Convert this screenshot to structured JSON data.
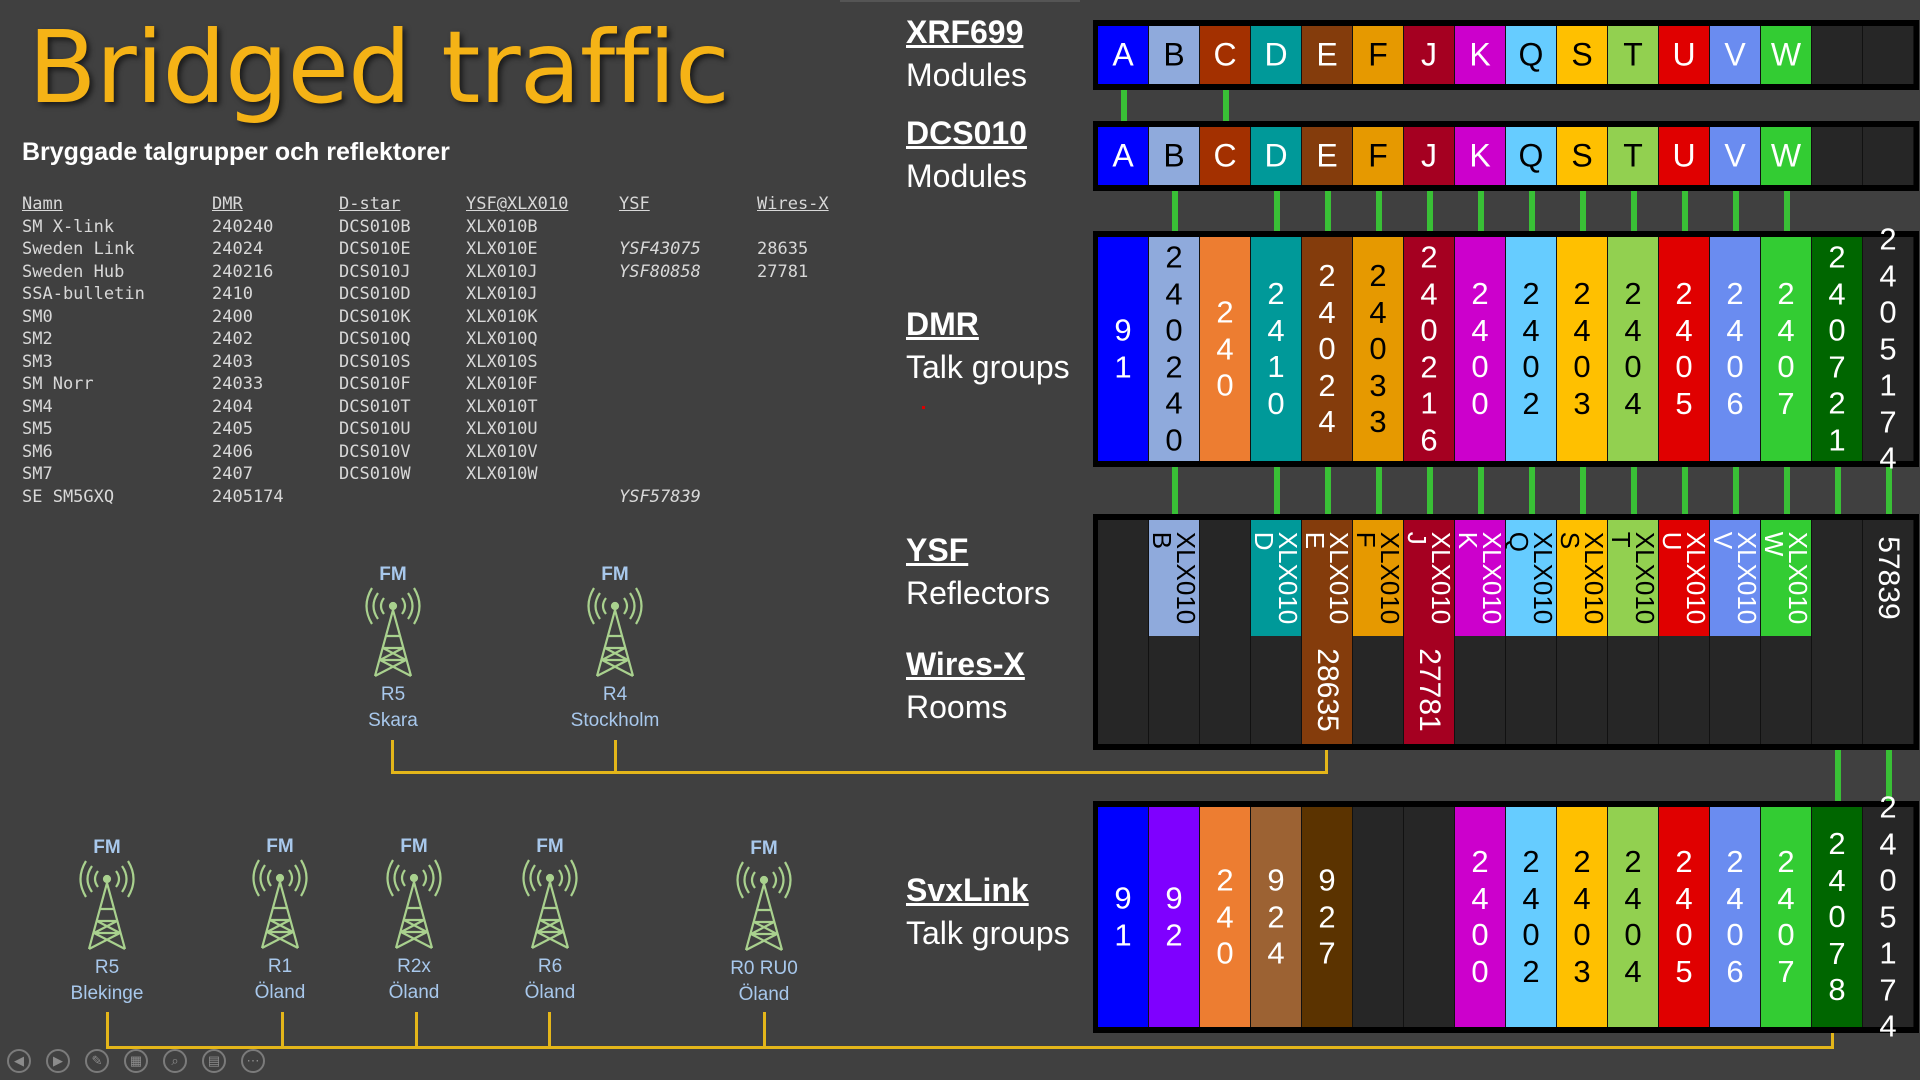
{
  "title": "Bridged traffic",
  "subtitle": "Bryggade talgrupper och reflektorer",
  "table": {
    "headers": [
      "Namn",
      "DMR",
      "D-star",
      "YSF@XLX010",
      "YSF",
      "Wires-X"
    ],
    "rows": [
      [
        "SM X-link",
        "240240",
        "DCS010B",
        "XLX010B",
        "",
        ""
      ],
      [
        "Sweden Link",
        "24024",
        "DCS010E",
        "XLX010E",
        "YSF43075",
        "28635"
      ],
      [
        "Sweden Hub",
        "240216",
        "DCS010J",
        "XLX010J",
        "YSF80858",
        "27781"
      ],
      [
        "SSA-bulletin",
        "2410",
        "DCS010D",
        "XLX010J",
        "",
        ""
      ],
      [
        "SM0",
        "2400",
        "DCS010K",
        "XLX010K",
        "",
        ""
      ],
      [
        "SM2",
        "2402",
        "DCS010Q",
        "XLX010Q",
        "",
        ""
      ],
      [
        "SM3",
        "2403",
        "DCS010S",
        "XLX010S",
        "",
        ""
      ],
      [
        "SM Norr",
        "24033",
        "DCS010F",
        "XLX010F",
        "",
        ""
      ],
      [
        "SM4",
        "2404",
        "DCS010T",
        "XLX010T",
        "",
        ""
      ],
      [
        "SM5",
        "2405",
        "DCS010U",
        "XLX010U",
        "",
        ""
      ],
      [
        "SM6",
        "2406",
        "DCS010V",
        "XLX010V",
        "",
        ""
      ],
      [
        "SM7",
        "2407",
        "DCS010W",
        "XLX010W",
        "",
        ""
      ],
      [
        "SE SM5GXQ",
        "2405174",
        "",
        "",
        "YSF57839",
        ""
      ]
    ]
  },
  "sections": {
    "xrf": {
      "head": "XRF699",
      "sub": "Modules"
    },
    "dcs": {
      "head": "DCS010",
      "sub": "Modules"
    },
    "dmr": {
      "head": "DMR",
      "sub": "Talk groups"
    },
    "ysf": {
      "head": "YSF",
      "sub": "Reflectors"
    },
    "wires": {
      "head": "Wires-X",
      "sub": "Rooms"
    },
    "svx": {
      "head": "SvxLink",
      "sub": "Talk groups"
    }
  },
  "columns": [
    {
      "color": "#0000FF",
      "module": "A",
      "dmr": "91",
      "ysf": "",
      "wires": "",
      "svx": "91"
    },
    {
      "color": "#8FAADC",
      "module": "B",
      "dmr": "240240",
      "ysf": "XLX010 B",
      "wires": "",
      "svx": "92",
      "svx_color": "#7F00FF"
    },
    {
      "color": "#A33000",
      "module": "C",
      "dmr": "240",
      "ysf": "",
      "wires": "",
      "svx": "240",
      "dmr_color": "#ED7D31"
    },
    {
      "color": "#009999",
      "module": "D",
      "dmr": "2410",
      "ysf": "XLX010 D",
      "wires": "",
      "svx": "924",
      "svx_color": "#9C6233"
    },
    {
      "color": "#843C0C",
      "module": "E",
      "dmr": "24024",
      "ysf": "XLX010 E",
      "wires": "28635",
      "svx": "927",
      "svx_color": "#5B3300"
    },
    {
      "color": "#E69900",
      "module": "F",
      "dmr": "24033",
      "ysf": "XLX010 F",
      "wires": "",
      "svx": ""
    },
    {
      "color": "#A50021",
      "module": "J",
      "dmr": "240216",
      "ysf": "XLX010 J",
      "wires": "27781",
      "svx": ""
    },
    {
      "color": "#CC00CC",
      "module": "K",
      "dmr": "2400",
      "ysf": "XLX010 K",
      "wires": "",
      "svx": "2400"
    },
    {
      "color": "#66CCFF",
      "module": "Q",
      "dmr": "2402",
      "ysf": "XLX010 Q",
      "wires": "",
      "svx": "2402"
    },
    {
      "color": "#FFC000",
      "module": "S",
      "dmr": "2403",
      "ysf": "XLX010 S",
      "wires": "",
      "svx": "2403"
    },
    {
      "color": "#92D050",
      "module": "T",
      "dmr": "2404",
      "ysf": "XLX010 T",
      "wires": "",
      "svx": "2404"
    },
    {
      "color": "#E00000",
      "module": "U",
      "dmr": "2405",
      "ysf": "XLX010 U",
      "wires": "",
      "svx": "2405"
    },
    {
      "color": "#6A8CF0",
      "module": "V",
      "dmr": "2406",
      "ysf": "XLX010 V",
      "wires": "",
      "svx": "2406"
    },
    {
      "color": "#33CC33",
      "module": "W",
      "dmr": "2407",
      "ysf": "XLX010 W",
      "wires": "",
      "svx": "2407"
    },
    {
      "color": "#262626",
      "module": "",
      "dmr": "240721",
      "ysf": "",
      "wires": "",
      "svx": "24078",
      "dmr_color": "#006600",
      "svx_color": "#006600"
    },
    {
      "color": "#262626",
      "module": "",
      "dmr": "2405174",
      "ysf": "57839",
      "wires": "",
      "svx": "2405174"
    }
  ],
  "repeaters_top": [
    {
      "band": "FM",
      "id": "R5",
      "place": "Skara"
    },
    {
      "band": "FM",
      "id": "R4",
      "place": "Stockholm"
    }
  ],
  "repeaters_bottom": [
    {
      "band": "FM",
      "id": "R5",
      "place": "Blekinge"
    },
    {
      "band": "FM",
      "id": "R1",
      "place": "Öland"
    },
    {
      "band": "FM",
      "id": "R2x",
      "place": "Öland"
    },
    {
      "band": "FM",
      "id": "R6",
      "place": "Öland"
    },
    {
      "band": "FM",
      "id": "R0 RU0",
      "place": "Öland"
    }
  ],
  "nav_icons": [
    "prev-icon",
    "next-icon",
    "pen-icon",
    "slides-icon",
    "zoom-icon",
    "subtitles-icon",
    "more-icon"
  ]
}
